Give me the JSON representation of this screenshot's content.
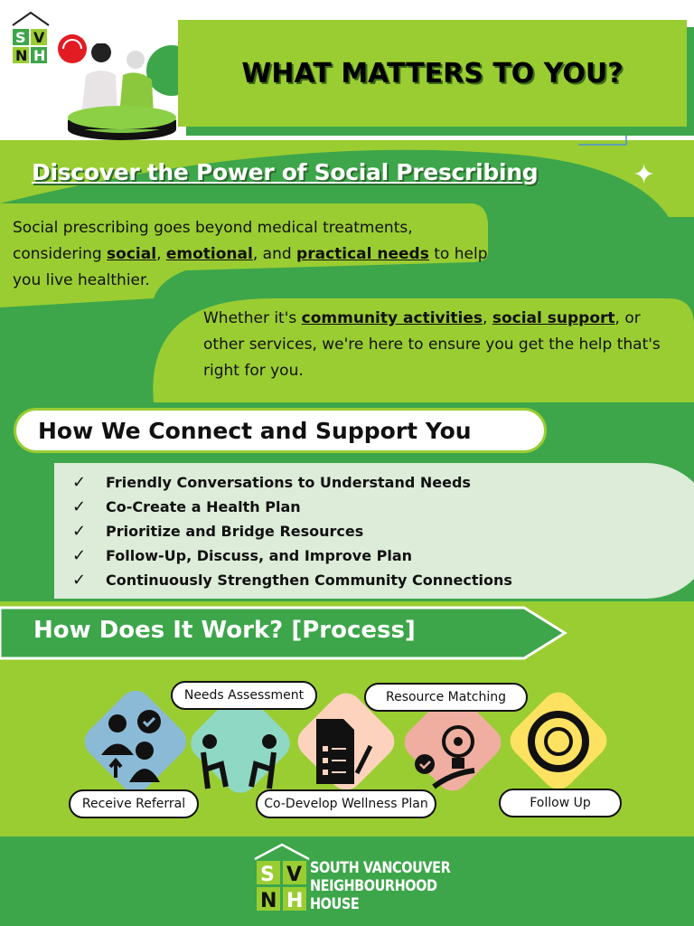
{
  "header": {
    "title": "WHAT MATTERS TO YOU?",
    "logo_text": "SVNH"
  },
  "intro": {
    "heading": "Discover the Power of Social Prescribing",
    "p1": {
      "t1": "Social prescribing goes beyond medical treatments, considering ",
      "k1": "social",
      "t2": ", ",
      "k2": "emotional",
      "t3": ", and ",
      "k3": "practical needs",
      "t4": " to help you live healthier."
    },
    "p2": {
      "t1": "Whether it's ",
      "k1": "community activities",
      "t2": ", ",
      "k2": "social support",
      "t3": ", or other services, we're here to ensure you get the help that's right for you."
    }
  },
  "connect": {
    "heading": "How We Connect and Support You",
    "items": [
      "Friendly Conversations to Understand Needs",
      "Co-Create a Health Plan",
      "Prioritize and Bridge Resources",
      "Follow-Up, Discuss, and Improve Plan",
      "Continuously Strengthen Community Connections"
    ],
    "check_glyph": "✓"
  },
  "process": {
    "heading": "How Does It Work? [Process]",
    "steps": [
      "Receive Referral",
      "Needs Assessment",
      "Co-Develop Wellness Plan",
      "Resource Matching",
      "Follow Up"
    ],
    "colors": [
      "#8bbad6",
      "#8fd8c4",
      "#fdd3bd",
      "#efaea0",
      "#fde262"
    ]
  },
  "footer": {
    "org_line1": "SOUTH VANCOUVER",
    "org_line2": "NEIGHBOURHOOD",
    "org_line3": "HOUSE"
  },
  "colors": {
    "lime": "#9acd32",
    "green": "#3da64a",
    "panel": "#dcecd8"
  }
}
